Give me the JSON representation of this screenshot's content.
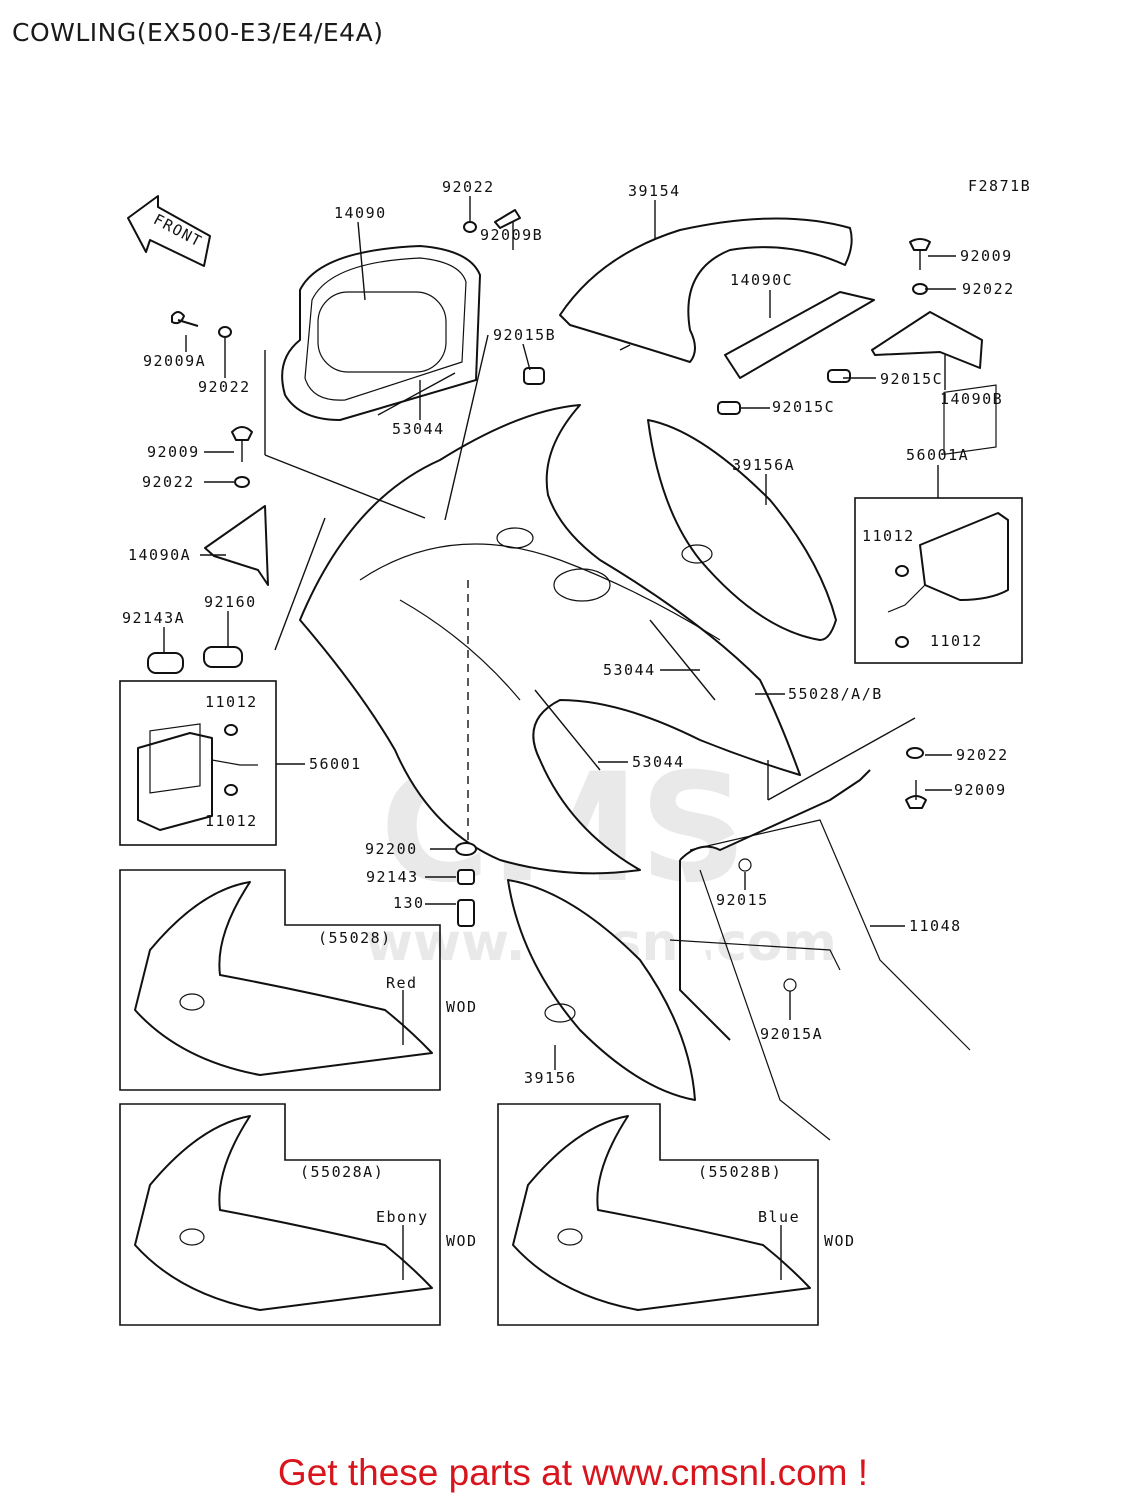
{
  "page": {
    "title": "COWLING(EX500-E3/E4/E4A)",
    "figure_code": "F2871B",
    "front_label": "FRONT",
    "footer": "Get these parts at www.cmsnl.com !",
    "watermark_site": "www.cmsnl.com",
    "watermark_logo": "CMS"
  },
  "colors": {
    "footer_text": "#d8141c",
    "line": "#111111",
    "watermark": "#e9e9e9"
  },
  "part_labels": [
    "92022",
    "14090",
    "92009B",
    "39154",
    "92009",
    "92022",
    "14090C",
    "92009A",
    "92022",
    "92015B",
    "92015C",
    "14090B",
    "92015C",
    "53044",
    "92009",
    "39156A",
    "92022",
    "56001A",
    "14090A",
    "11012",
    "11012",
    "92160",
    "92143A",
    "53044",
    "55028/A/B",
    "11012",
    "56001",
    "53044",
    "92022",
    "92009",
    "11012",
    "92200",
    "92143",
    "92015",
    "130",
    "11048",
    "92015A",
    "39156"
  ],
  "insets": [
    {
      "ref": "(55028)",
      "color": "Red",
      "code": "WOD"
    },
    {
      "ref": "(55028A)",
      "color": "Ebony",
      "code": "WOD"
    },
    {
      "ref": "(55028B)",
      "color": "Blue",
      "code": "WOD"
    }
  ]
}
